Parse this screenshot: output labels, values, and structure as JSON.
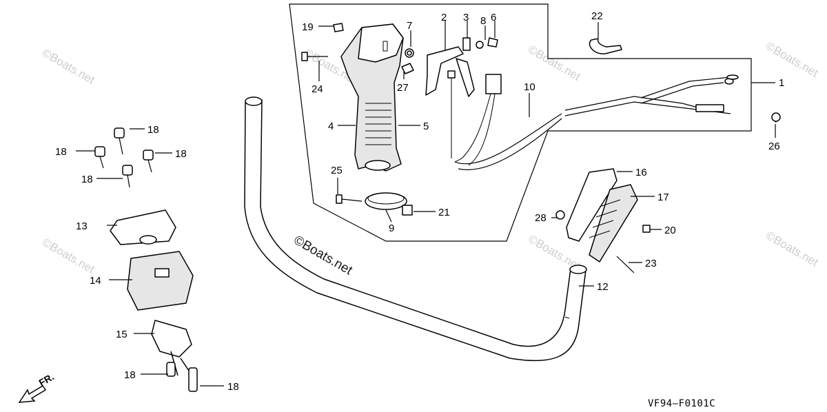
{
  "diagram_code": "VF94–F0101C",
  "watermark": "©Boats.net",
  "watermark_main": "©Boats.net",
  "direction_label": "FR.",
  "callouts": {
    "c1": "1",
    "c2": "2",
    "c3": "3",
    "c4": "4",
    "c5": "5",
    "c6": "6",
    "c7": "7",
    "c8": "8",
    "c9": "9",
    "c10": "10",
    "c12": "12",
    "c13": "13",
    "c14": "14",
    "c15": "15",
    "c16": "16",
    "c17": "17",
    "c18a": "18",
    "c18b": "18",
    "c18c": "18",
    "c18d": "18",
    "c18e": "18",
    "c18f": "18",
    "c19": "19",
    "c20": "20",
    "c21": "21",
    "c22": "22",
    "c23": "23",
    "c24": "24",
    "c25": "25",
    "c26": "26",
    "c27": "27",
    "c28": "28"
  },
  "icons": [
    "bolt-icon",
    "nut-icon",
    "clip-icon",
    "front-arrow-icon"
  ]
}
